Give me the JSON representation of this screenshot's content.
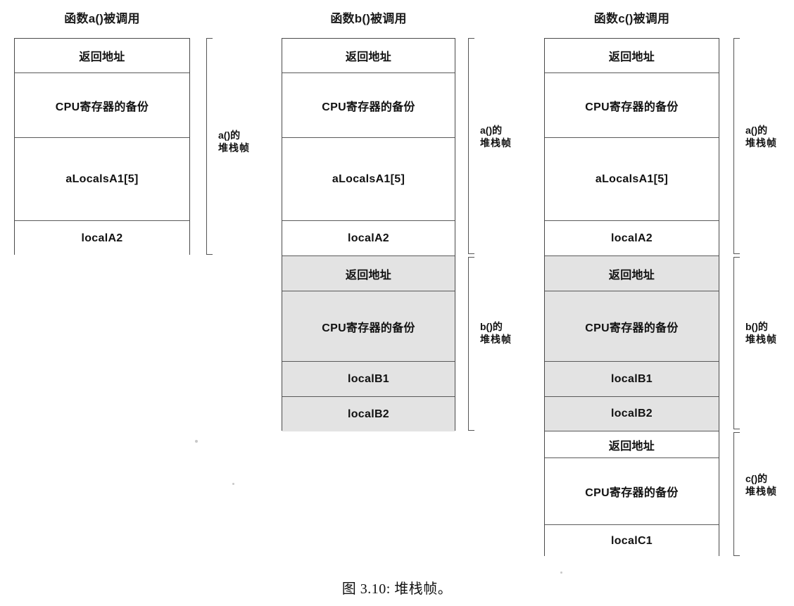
{
  "figure": {
    "caption": "图 3.10: 堆栈帧。",
    "shaded_color": "#e3e3e3",
    "border_color": "#4a4a4a"
  },
  "labels": {
    "return_address": "返回地址",
    "cpu_registers_backup": "CPU寄存器的备份",
    "a_locals_array": "aLocalsA1[5]",
    "local_a2": "localA2",
    "local_b1": "localB1",
    "local_b2": "localB2",
    "local_c1": "localC1"
  },
  "frames": {
    "a_frame_line1": "a()的",
    "a_frame_line2": "堆栈帧",
    "b_frame_line1": "b()的",
    "b_frame_line2": "堆栈帧",
    "c_frame_line1": "c()的",
    "c_frame_line2": "堆栈帧"
  },
  "columns": [
    {
      "title": "函数a()被调用",
      "slots": [
        {
          "label": "返回地址",
          "shaded": false
        },
        {
          "label": "CPU寄存器的备份",
          "shaded": false
        },
        {
          "label": "aLocalsA1[5]",
          "shaded": false
        },
        {
          "label": "localA2",
          "shaded": false
        }
      ],
      "brackets": [
        {
          "line1": "a()的",
          "line2": "堆栈帧"
        }
      ]
    },
    {
      "title": "函数b()被调用",
      "slots": [
        {
          "label": "返回地址",
          "shaded": false
        },
        {
          "label": "CPU寄存器的备份",
          "shaded": false
        },
        {
          "label": "aLocalsA1[5]",
          "shaded": false
        },
        {
          "label": "localA2",
          "shaded": false
        },
        {
          "label": "返回地址",
          "shaded": true
        },
        {
          "label": "CPU寄存器的备份",
          "shaded": true
        },
        {
          "label": "localB1",
          "shaded": true
        },
        {
          "label": "localB2",
          "shaded": true
        }
      ],
      "brackets": [
        {
          "line1": "a()的",
          "line2": "堆栈帧"
        },
        {
          "line1": "b()的",
          "line2": "堆栈帧"
        }
      ]
    },
    {
      "title": "函数c()被调用",
      "slots": [
        {
          "label": "返回地址",
          "shaded": false
        },
        {
          "label": "CPU寄存器的备份",
          "shaded": false
        },
        {
          "label": "aLocalsA1[5]",
          "shaded": false
        },
        {
          "label": "localA2",
          "shaded": false
        },
        {
          "label": "返回地址",
          "shaded": true
        },
        {
          "label": "CPU寄存器的备份",
          "shaded": true
        },
        {
          "label": "localB1",
          "shaded": true
        },
        {
          "label": "localB2",
          "shaded": true
        },
        {
          "label": "返回地址",
          "shaded": false
        },
        {
          "label": "CPU寄存器的备份",
          "shaded": false
        },
        {
          "label": "localC1",
          "shaded": false
        }
      ],
      "brackets": [
        {
          "line1": "a()的",
          "line2": "堆栈帧"
        },
        {
          "line1": "b()的",
          "line2": "堆栈帧"
        },
        {
          "line1": "c()的",
          "line2": "堆栈帧"
        }
      ]
    }
  ]
}
